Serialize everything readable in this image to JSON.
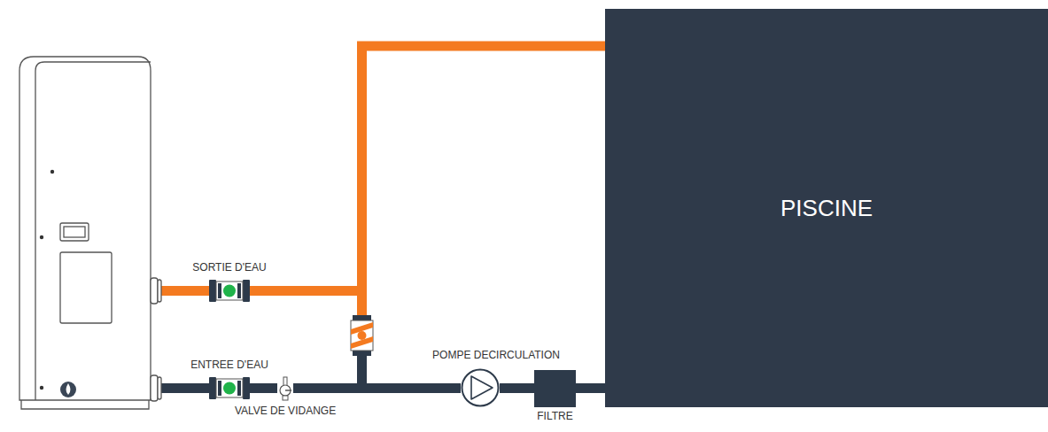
{
  "diagram": {
    "nodes": [
      {
        "text": [
          "SORTIE D'EAU"
        ]
      },
      {
        "text": [
          "ENTREE D'EAU"
        ]
      },
      {
        "text": [
          "VALVE DE VIDANGE"
        ]
      },
      {
        "text": [
          "POMPE DECIRCULATION"
        ]
      },
      {
        "text": [
          "FILTRE"
        ]
      },
      {
        "text": [
          "PISCINE"
        ]
      }
    ],
    "edges": [
      {
        "from": 0,
        "to": 5,
        "arrow": "none"
      },
      {
        "from": 5,
        "to": 4,
        "arrow": "none"
      },
      {
        "from": 4,
        "to": 3,
        "arrow": "none"
      },
      {
        "from": 3,
        "to": 2,
        "arrow": "none"
      },
      {
        "from": 2,
        "to": 1,
        "arrow": "none"
      }
    ]
  }
}
